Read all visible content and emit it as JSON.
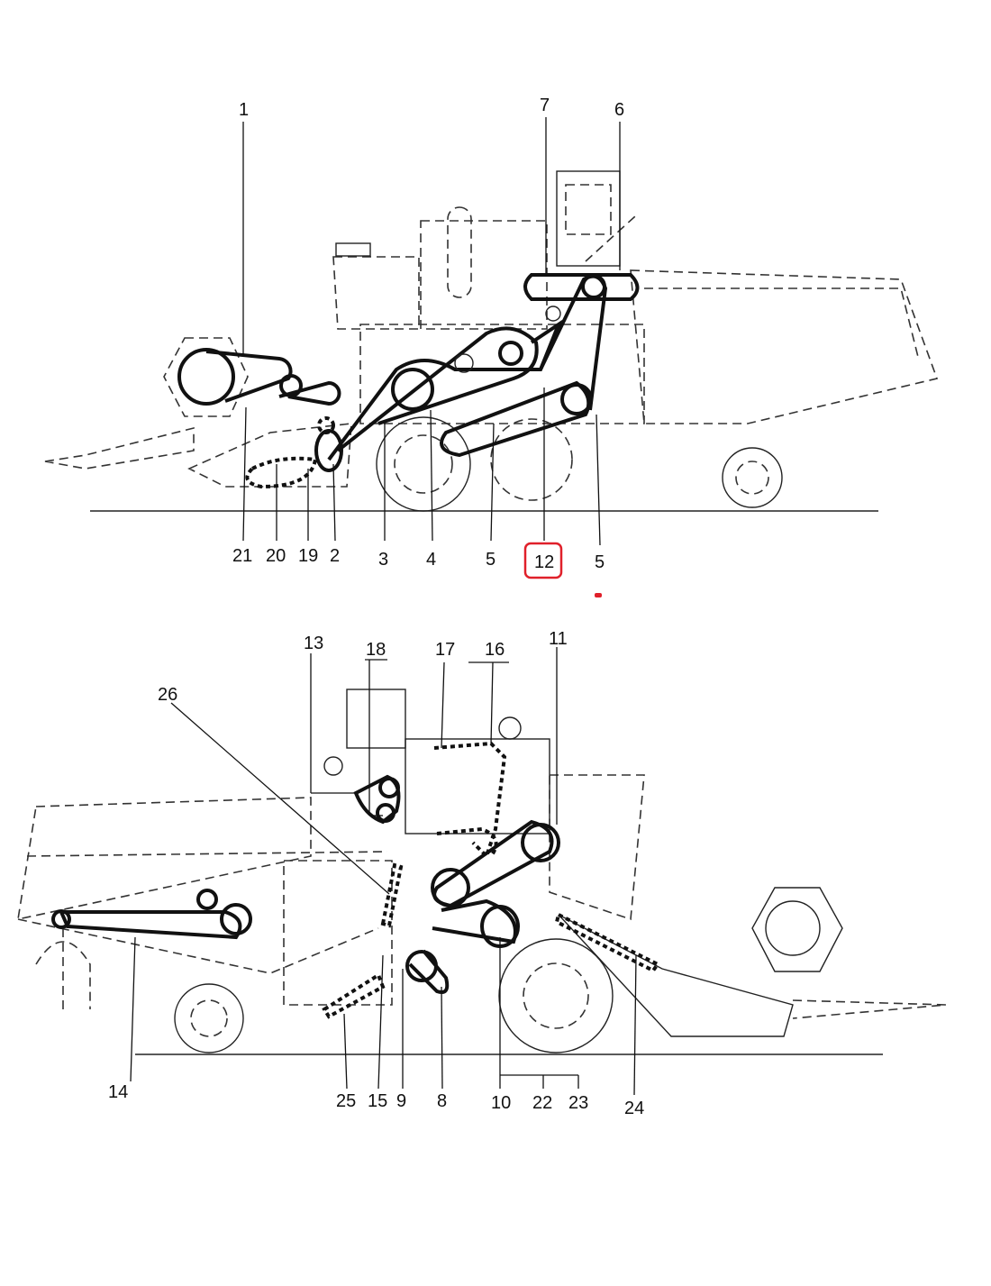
{
  "diagram": {
    "top_view": {
      "labels_top": [
        "1",
        "7",
        "6"
      ],
      "labels_bottom": [
        "21",
        "20",
        "19",
        "2",
        "3",
        "4",
        "5",
        "12",
        "5"
      ]
    },
    "bottom_view": {
      "labels_top": [
        "13",
        "18",
        "17",
        "16",
        "11",
        "26"
      ],
      "labels_bottom": [
        "14",
        "25",
        "15",
        "9",
        "8",
        "10",
        "22",
        "23",
        "24"
      ]
    },
    "highlight": {
      "label": "12",
      "color": "#e0202a"
    }
  }
}
